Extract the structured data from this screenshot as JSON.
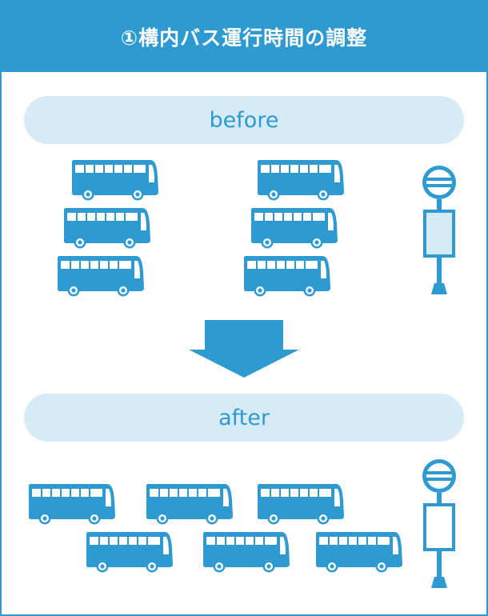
{
  "title": "①構内バス運行時間の調整",
  "before_label": "before",
  "after_label": "after",
  "colors": {
    "accent": "#2e9ad2",
    "pill": "#d6ebf5",
    "sign_panel": "#d6ebf5",
    "window": "#ffffff"
  },
  "icons": [
    "bus-icon",
    "bus-stop-icon",
    "down-arrow-icon"
  ]
}
